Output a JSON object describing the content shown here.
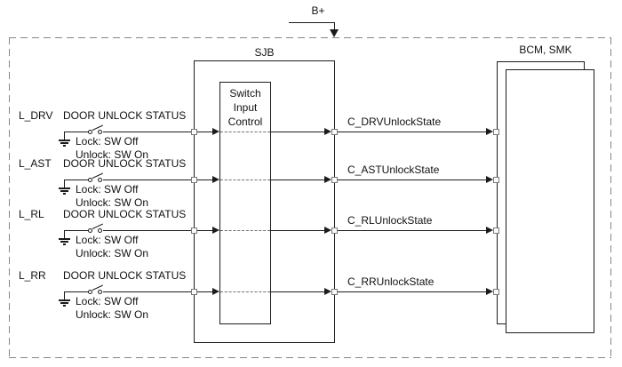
{
  "colors": {
    "line": "#1c1c1c",
    "boundary_dash": "#868686",
    "background": "#ffffff"
  },
  "power": {
    "label": "B+"
  },
  "modules": {
    "sjb": {
      "label": "SJB"
    },
    "switch_input_control": {
      "label": "Switch Input Control"
    },
    "bcm_smk": {
      "label": "BCM, SMK"
    }
  },
  "rows": [
    {
      "name": "L_DRV",
      "door_label": "DOOR UNLOCK STATUS",
      "lock_note": "Lock: SW Off",
      "unlock_note": "Unlock: SW On",
      "output_signal": "C_DRVUnlockState"
    },
    {
      "name": "L_AST",
      "door_label": "DOOR UNLOCK STATUS",
      "lock_note": "Lock: SW Off",
      "unlock_note": "Unlock: SW On",
      "output_signal": "C_ASTUnlockState"
    },
    {
      "name": "L_RL",
      "door_label": "DOOR UNLOCK STATUS",
      "lock_note": "Lock: SW Off",
      "unlock_note": "Unlock: SW On",
      "output_signal": "C_RLUnlockState"
    },
    {
      "name": "L_RR",
      "door_label": "DOOR UNLOCK STATUS",
      "lock_note": "Lock: SW Off",
      "unlock_note": "Unlock: SW On",
      "output_signal": "C_RRUnlockState"
    }
  ]
}
